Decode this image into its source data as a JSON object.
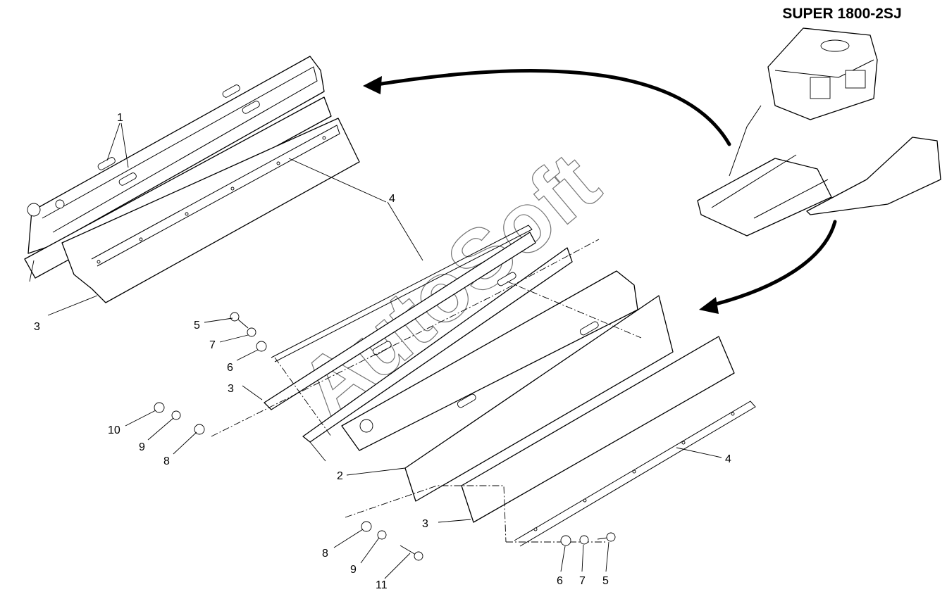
{
  "title": "SUPER 1800-2SJ",
  "watermark": "AutoSoft",
  "callouts": {
    "c1": "1",
    "c2": "2",
    "c3a": "3",
    "c3b": "3",
    "c3c": "3",
    "c4a": "4",
    "c4b": "4",
    "c5a": "5",
    "c5b": "5",
    "c6a": "6",
    "c6b": "6",
    "c7a": "7",
    "c7b": "7",
    "c8a": "8",
    "c8b": "8",
    "c9a": "9",
    "c9b": "9",
    "c10": "10",
    "c11": "11"
  }
}
